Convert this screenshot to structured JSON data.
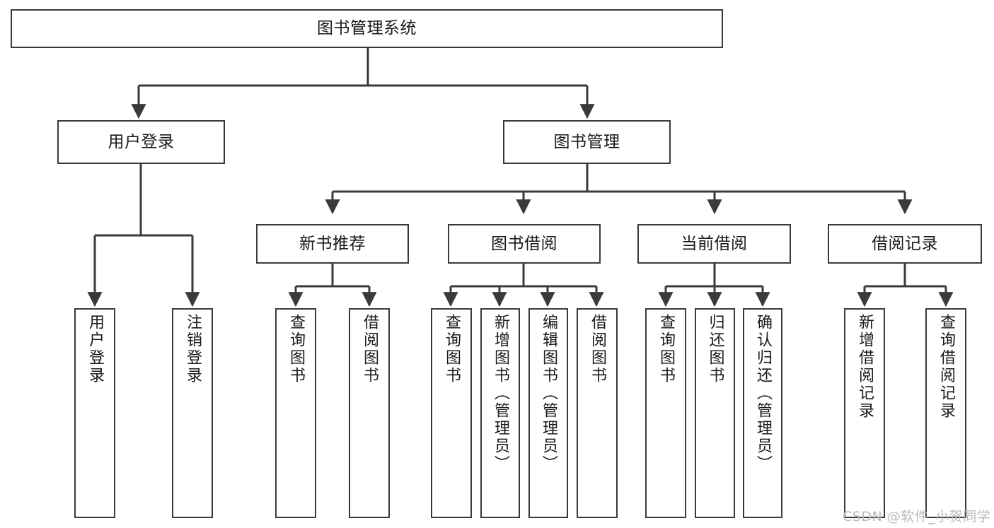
{
  "diagram": {
    "title": "图书管理系统",
    "type": "tree",
    "background_color": "#ffffff",
    "box_border_color": "#3a3a3a",
    "line_color": "#3a3a3a",
    "text_color": "#1a1a1a"
  },
  "nodes": {
    "root": {
      "label": "图书管理系统"
    },
    "level2": [
      {
        "label": "用户登录"
      },
      {
        "label": "图书管理"
      }
    ],
    "level3": [
      {
        "label": "新书推荐"
      },
      {
        "label": "图书借阅"
      },
      {
        "label": "当前借阅"
      },
      {
        "label": "借阅记录"
      }
    ],
    "leaves": {
      "user_login": [
        {
          "label": "用户登录"
        },
        {
          "label": "注销登录"
        }
      ],
      "new_book": [
        {
          "label": "查询图书"
        },
        {
          "label": "借阅图书"
        }
      ],
      "book_borrow": [
        {
          "label": "查询图书"
        },
        {
          "label": "新增图书（管理员）"
        },
        {
          "label": "编辑图书（管理员）"
        },
        {
          "label": "借阅图书"
        }
      ],
      "current_borrow": [
        {
          "label": "查询图书"
        },
        {
          "label": "归还图书"
        },
        {
          "label": "确认归还（管理员）"
        }
      ],
      "borrow_record": [
        {
          "label": "新增借阅记录"
        },
        {
          "label": "查询借阅记录"
        }
      ]
    }
  },
  "watermark": {
    "text": "CSDN @软件_小贺同学"
  }
}
